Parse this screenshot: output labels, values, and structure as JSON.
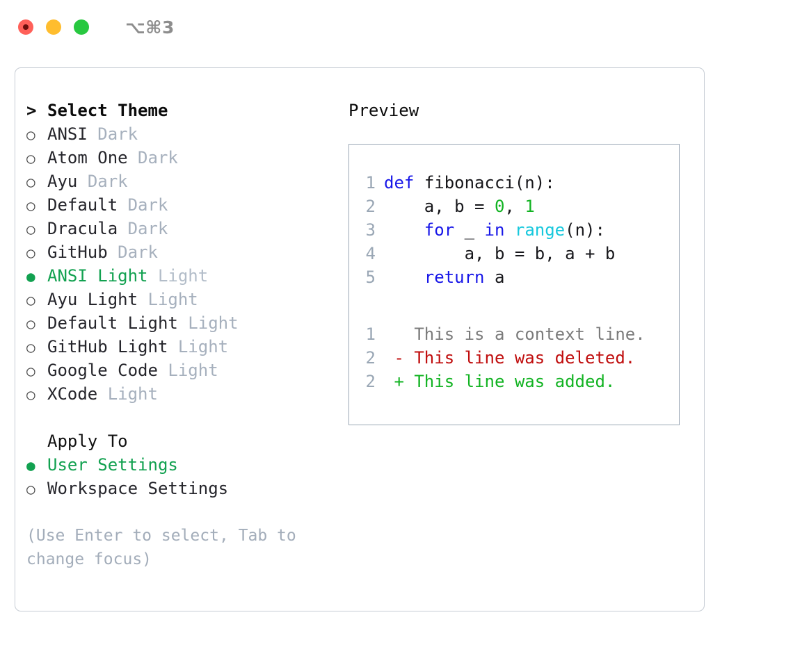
{
  "titlebar": {
    "lights": [
      {
        "name": "close",
        "color": "#ff6059"
      },
      {
        "name": "minimize",
        "color": "#ffbd2e"
      },
      {
        "name": "zoom",
        "color": "#28c840"
      }
    ],
    "shortcut": "⌥⌘3"
  },
  "left": {
    "header": {
      "marker": ">",
      "label": "Select Theme"
    },
    "themes": [
      {
        "marker": "○",
        "selected": false,
        "label": "ANSI",
        "kind": "Dark"
      },
      {
        "marker": "○",
        "selected": false,
        "label": "Atom One",
        "kind": "Dark"
      },
      {
        "marker": "○",
        "selected": false,
        "label": "Ayu",
        "kind": "Dark"
      },
      {
        "marker": "○",
        "selected": false,
        "label": "Default",
        "kind": "Dark"
      },
      {
        "marker": "○",
        "selected": false,
        "label": "Dracula",
        "kind": "Dark"
      },
      {
        "marker": "○",
        "selected": false,
        "label": "GitHub",
        "kind": "Dark"
      },
      {
        "marker": "●",
        "selected": true,
        "label": "ANSI Light",
        "kind": "Light"
      },
      {
        "marker": "○",
        "selected": false,
        "label": "Ayu Light",
        "kind": "Light"
      },
      {
        "marker": "○",
        "selected": false,
        "label": "Default Light",
        "kind": "Light"
      },
      {
        "marker": "○",
        "selected": false,
        "label": "GitHub Light",
        "kind": "Light"
      },
      {
        "marker": "○",
        "selected": false,
        "label": "Google Code",
        "kind": "Light"
      },
      {
        "marker": "○",
        "selected": false,
        "label": "XCode",
        "kind": "Light"
      }
    ],
    "apply_to": {
      "title": "Apply To",
      "options": [
        {
          "marker": "●",
          "selected": true,
          "label": "User Settings"
        },
        {
          "marker": "○",
          "selected": false,
          "label": "Workspace Settings"
        }
      ]
    },
    "hint": "(Use Enter to select, Tab to change focus)"
  },
  "right": {
    "title": "Preview",
    "code_lines": [
      {
        "num": "1",
        "tokens": [
          {
            "t": "def",
            "c": "kw"
          },
          {
            "t": " ",
            "c": "plain"
          },
          {
            "t": "fibonacci(n):",
            "c": "id"
          }
        ]
      },
      {
        "num": "2",
        "tokens": [
          {
            "t": "    a, b = ",
            "c": "id"
          },
          {
            "t": "0",
            "c": "num"
          },
          {
            "t": ", ",
            "c": "id"
          },
          {
            "t": "1",
            "c": "num"
          }
        ]
      },
      {
        "num": "3",
        "tokens": [
          {
            "t": "    ",
            "c": "plain"
          },
          {
            "t": "for",
            "c": "kw"
          },
          {
            "t": " _ ",
            "c": "id"
          },
          {
            "t": "in",
            "c": "kw"
          },
          {
            "t": " ",
            "c": "plain"
          },
          {
            "t": "range",
            "c": "fn"
          },
          {
            "t": "(n):",
            "c": "id"
          }
        ]
      },
      {
        "num": "4",
        "tokens": [
          {
            "t": "        a, b = b, a + b",
            "c": "id"
          }
        ]
      },
      {
        "num": "5",
        "tokens": [
          {
            "t": "    ",
            "c": "plain"
          },
          {
            "t": "return",
            "c": "kw"
          },
          {
            "t": " a",
            "c": "id"
          }
        ]
      }
    ],
    "diff_lines": [
      {
        "num": "1",
        "sign": " ",
        "text": "This is a context line.",
        "kind": "ctx"
      },
      {
        "num": "2",
        "sign": "-",
        "text": "This line was deleted.",
        "kind": "del"
      },
      {
        "num": "2",
        "sign": "+",
        "text": "This line was added.",
        "kind": "add"
      }
    ]
  },
  "colors": {
    "accent_green": "#12a150",
    "keyword_blue": "#1817e8",
    "function_cyan": "#17c8dd",
    "number_green": "#12b322",
    "diff_delete_red": "#c00d0d",
    "diff_add_green": "#12b322",
    "muted_gray": "#a3adba",
    "line_number_gray": "#9aa7b5",
    "panel_border": "#c6ccd4",
    "preview_border": "#9aa7b5"
  }
}
